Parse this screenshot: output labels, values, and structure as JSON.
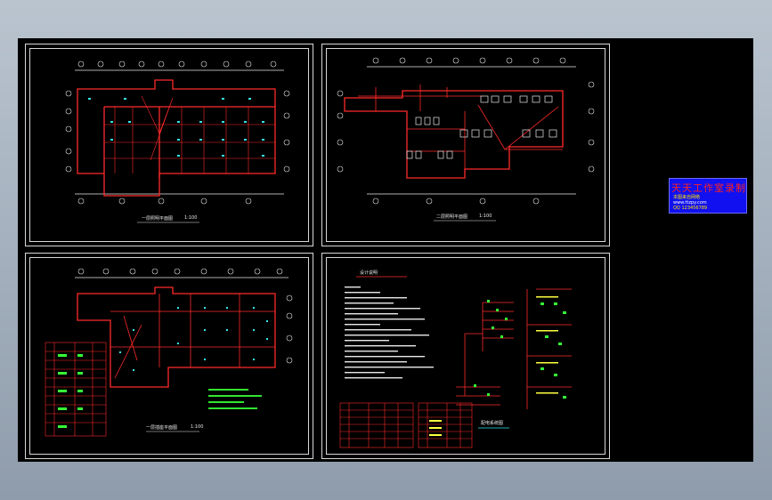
{
  "viewer": {
    "background_top": "#b9c4cf",
    "background_bottom": "#8f9cab",
    "canvas_color": "#000000"
  },
  "sheets": [
    {
      "id": "lighting-plan-1",
      "title": "一层照明平面图",
      "scale": "1:100"
    },
    {
      "id": "lighting-plan-2",
      "title": "二层照明平面图",
      "scale": "1:100"
    },
    {
      "id": "socket-plan",
      "title": "一层插座平面图",
      "scale": "1:100"
    },
    {
      "id": "design-notes",
      "title": "设计说明",
      "subtitle": "配电系统图"
    }
  ],
  "stamp": {
    "line1": "天天工作室录制",
    "line2": "本图来自网络",
    "line3": "www.ttzpy.com",
    "line4": "QQ 123456789"
  },
  "colors": {
    "line_red": "#ff2a2a",
    "line_white": "#e8e8e8",
    "fixture_cyan": "#35e6e6",
    "text_green": "#36ff36",
    "text_yellow": "#ffff40"
  }
}
